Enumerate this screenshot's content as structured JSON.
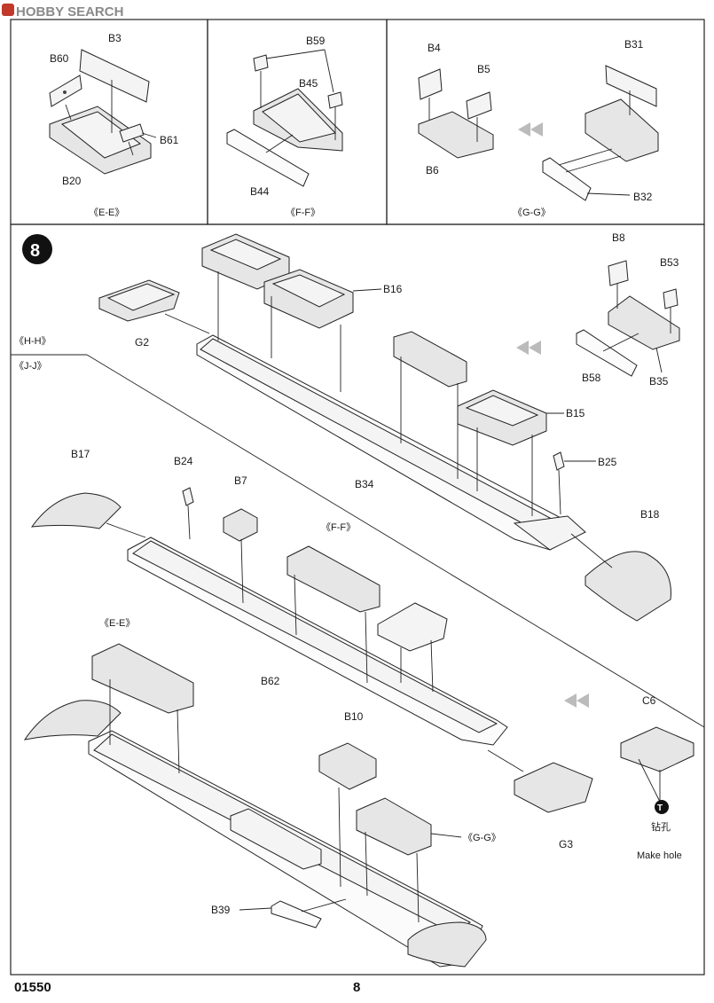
{
  "watermark": "HOBBY SEARCH",
  "footer": {
    "catalog_number": "01550",
    "page_number": "8"
  },
  "step_number": "8",
  "panels": {
    "ee": {
      "title": "《E-E》",
      "parts": [
        "B3",
        "B60",
        "B61",
        "B20"
      ]
    },
    "ff": {
      "title": "《F-F》",
      "parts": [
        "B59",
        "B45",
        "B44"
      ]
    },
    "gg": {
      "title": "《G-G》",
      "parts": [
        "B4",
        "B5",
        "B31",
        "B6",
        "B32"
      ]
    }
  },
  "sections": {
    "hh": "《H-H》",
    "jj": "《J-J》"
  },
  "callouts": {
    "ff": "《F-F》",
    "ee": "《E-E》",
    "gg": "《G-G》"
  },
  "main_parts": [
    "B16",
    "G2",
    "B8",
    "B53",
    "B58",
    "B35",
    "B15",
    "B34",
    "B25",
    "B17",
    "B24",
    "B7",
    "B18",
    "B62",
    "B10",
    "C6",
    "G3",
    "B39"
  ],
  "drill_note": {
    "marker": "T",
    "chinese": "钻孔",
    "english": "Make hole"
  }
}
